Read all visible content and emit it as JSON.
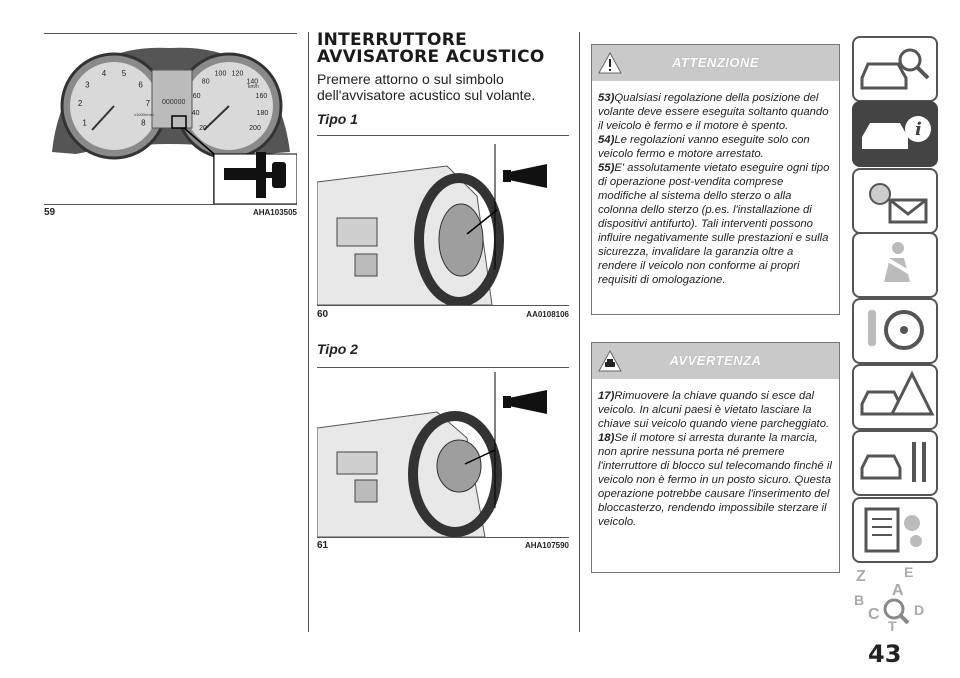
{
  "figures": {
    "fig59": {
      "number": "59",
      "code": "AHA103505"
    },
    "fig60": {
      "number": "60",
      "code": "AA0108106"
    },
    "fig61": {
      "number": "61",
      "code": "AHA107590"
    }
  },
  "section": {
    "title_line1": "INTERRUTTORE",
    "title_line2": "AVVISATORE ACUSTICO",
    "intro": "Premere attorno o sul simbolo dell'avvisatore acustico sul volante.",
    "tipo1": "Tipo 1",
    "tipo2": "Tipo 2"
  },
  "gauges": {
    "tach_marks": [
      "1",
      "2",
      "3",
      "4",
      "5",
      "6",
      "7",
      "8"
    ],
    "speed_marks": [
      "20",
      "40",
      "60",
      "80",
      "100",
      "120",
      "140",
      "160",
      "180",
      "200"
    ],
    "speed_unit": "km/h",
    "tach_unit": "x1000r/min",
    "odometer": "000000"
  },
  "attenzione": {
    "title": "ATTENZIONE",
    "items": [
      {
        "num": "53)",
        "text": "Qualsiasi regolazione della posizione del volante deve essere eseguita soltanto quando il veicolo è fermo e il motore è spento."
      },
      {
        "num": "54)",
        "text": "Le regolazioni vanno eseguite solo con veicolo fermo e motore arrestato."
      },
      {
        "num": "55)",
        "text": "E' assolutamente vietato eseguire ogni tipo di operazione post-vendita comprese modifiche al sistema dello sterzo o alla colonna dello sterzo (p.es. l'installazione di dispositivi antifurto). Tali interventi possono influire negativamente sulle prestazioni e sulla sicurezza, invalidare la garanzia oltre a rendere il veicolo non conforme ai propri requisiti di omologazione."
      }
    ]
  },
  "avvertenza": {
    "title": "AVVERTENZA",
    "items": [
      {
        "num": "17)",
        "text": "Rimuovere la chiave quando si esce dal veicolo. In alcuni paesi è vietato lasciare la chiave sui veicolo quando viene parcheggiato."
      },
      {
        "num": "18)",
        "text": "Se il motore si arresta durante la marcia, non aprire nessuna porta né premere l'interruttore di blocco sul telecomando finché il veicolo non è fermo in un posto sicuro. Questa operazione potrebbe causare l'inserimento del bloccasterzo, rendendo impossibile sterzare il veicolo."
      }
    ]
  },
  "sidebar": {
    "tabs": [
      "car-search",
      "car-info",
      "light-message",
      "airbag-person",
      "key-steering",
      "car-warning",
      "car-tools",
      "list-gears",
      "alphabet-index"
    ],
    "active_tab": "car-info",
    "index_letters": [
      "Z",
      "E",
      "A",
      "B",
      "C",
      "D",
      "T"
    ]
  },
  "page_number": "43"
}
